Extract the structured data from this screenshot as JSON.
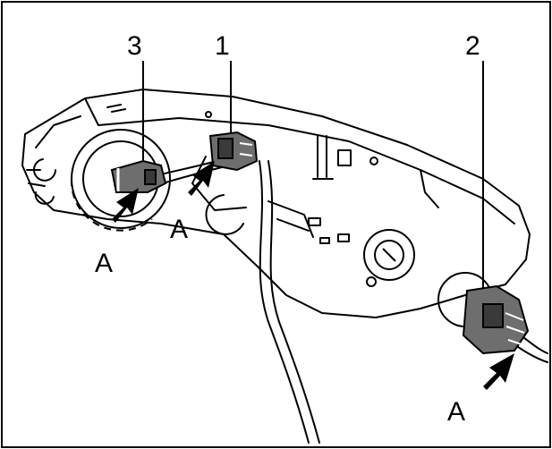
{
  "callouts": {
    "num_3": "3",
    "num_1": "1",
    "num_2": "2",
    "arrow_label_a_left": "A",
    "arrow_label_a_lower": "A",
    "arrow_label_a_right": "A"
  },
  "colors": {
    "line": "#000000",
    "fill": "#ffffff",
    "connector": "#6e6e6e",
    "connector_dark": "#3a3a3a"
  }
}
